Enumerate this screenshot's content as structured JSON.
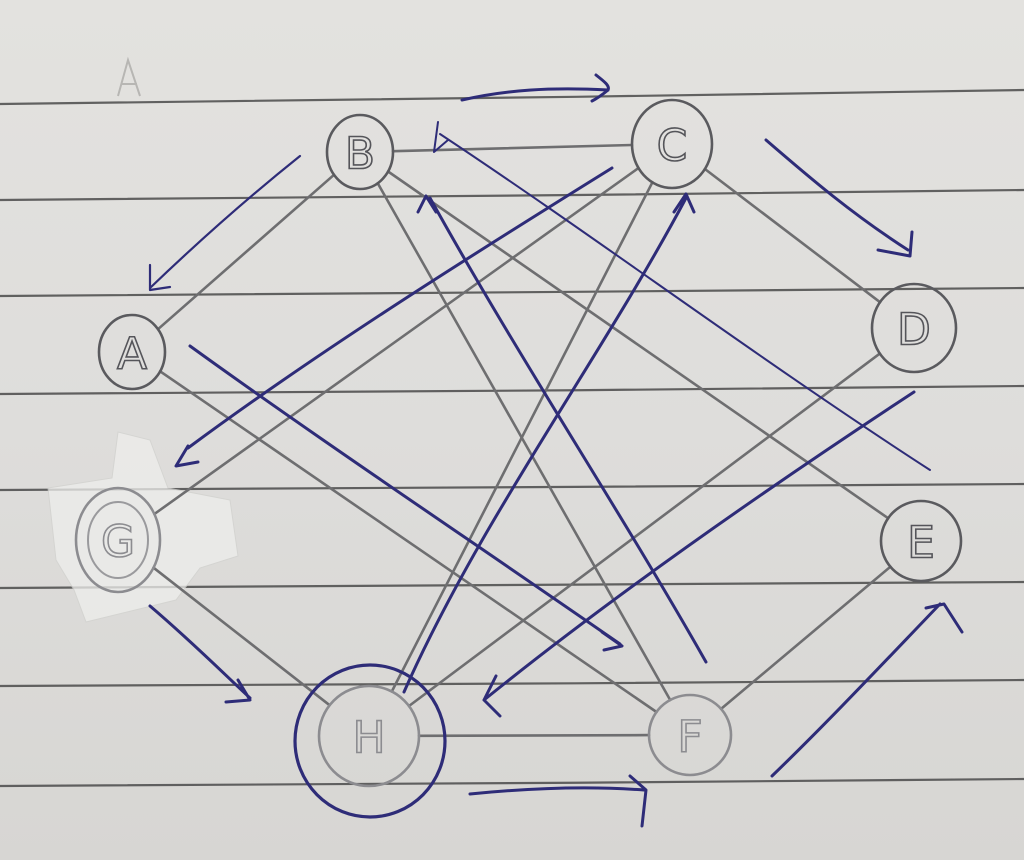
{
  "nodes": [
    {
      "id": "A",
      "label": "A"
    },
    {
      "id": "B",
      "label": "B"
    },
    {
      "id": "C",
      "label": "C"
    },
    {
      "id": "D",
      "label": "D"
    },
    {
      "id": "E",
      "label": "E"
    },
    {
      "id": "F",
      "label": "F"
    },
    {
      "id": "G",
      "label": "G"
    },
    {
      "id": "H",
      "label": "H"
    }
  ],
  "edges": [
    [
      "A",
      "B"
    ],
    [
      "A",
      "F"
    ],
    [
      "B",
      "C"
    ],
    [
      "B",
      "E"
    ],
    [
      "B",
      "F"
    ],
    [
      "C",
      "D"
    ],
    [
      "C",
      "G"
    ],
    [
      "C",
      "H"
    ],
    [
      "D",
      "H"
    ],
    [
      "E",
      "F"
    ],
    [
      "G",
      "H"
    ],
    [
      "H",
      "F"
    ]
  ],
  "colors": {
    "paper": "#dedddb",
    "rule_line": "#4a4a4a",
    "pencil": "#6e6e70",
    "ink": "#2e2c78"
  }
}
